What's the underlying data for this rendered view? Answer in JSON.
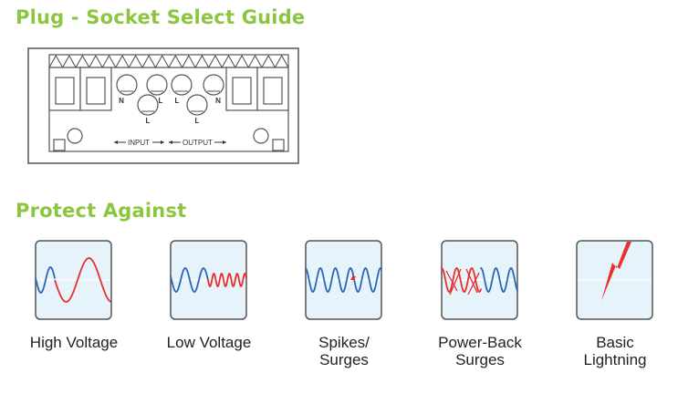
{
  "sections": {
    "plug_socket": {
      "title": "Plug - Socket Select Guide",
      "terminal_labels": [
        "N",
        "L",
        "L",
        "L",
        "L",
        "N"
      ],
      "input_label": "INPUT",
      "output_label": "OUTPUT"
    },
    "protect": {
      "title": "Protect Against",
      "items": [
        {
          "label_lines": [
            "High Voltage"
          ],
          "icon": "high-voltage-wave-icon"
        },
        {
          "label_lines": [
            "Low Voltage"
          ],
          "icon": "low-voltage-wave-icon"
        },
        {
          "label_lines": [
            "Spikes/",
            "Surges"
          ],
          "icon": "spike-surge-wave-icon"
        },
        {
          "label_lines": [
            "Power-Back",
            "Surges"
          ],
          "icon": "power-back-surge-wave-icon"
        },
        {
          "label_lines": [
            "Basic",
            "Lightning"
          ],
          "icon": "lightning-bolt-icon"
        }
      ]
    }
  },
  "colors": {
    "heading": "#8cc63f",
    "wave_normal": "#2a66b8",
    "wave_fault": "#e8302a",
    "icon_bg": "#e6f3fb",
    "icon_border": "#555555"
  }
}
